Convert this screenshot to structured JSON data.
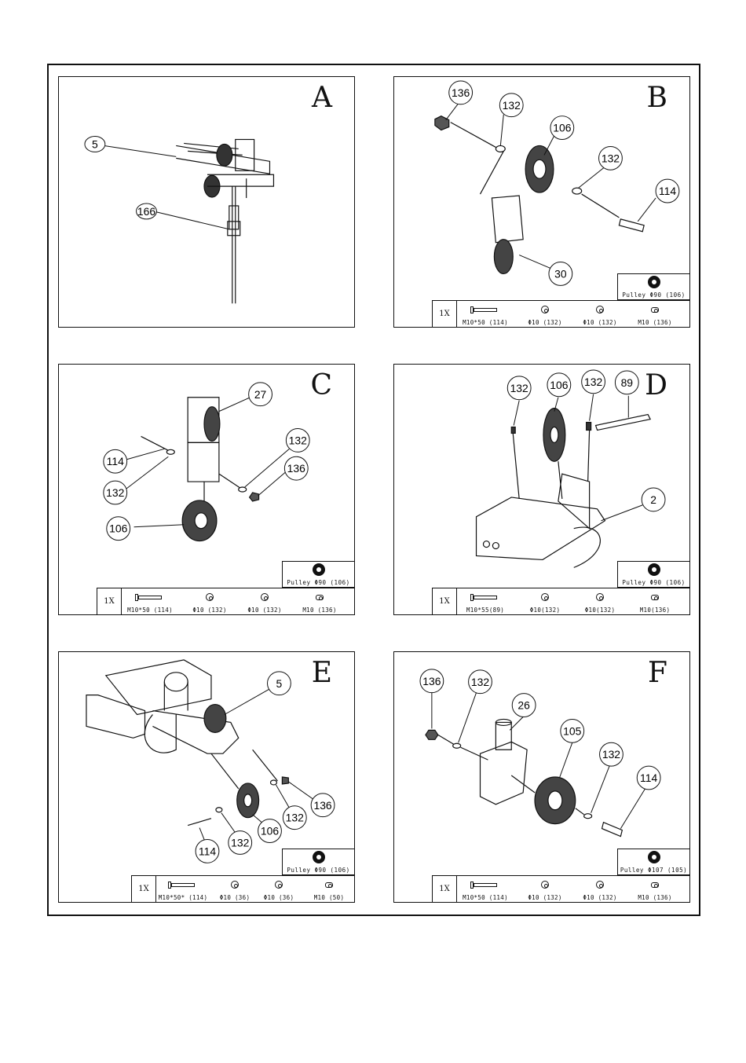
{
  "panels": [
    {
      "letter": "A",
      "callouts": [
        "5",
        "166"
      ]
    },
    {
      "letter": "B",
      "callouts": [
        "136",
        "132",
        "106",
        "132",
        "114",
        "30"
      ],
      "pulley_label": "Pulley  Φ90 (106)",
      "qty": "1X",
      "hardware": [
        "M10*50 (114)",
        "Φ10 (132)",
        "Φ10 (132)",
        "M10 (136)"
      ]
    },
    {
      "letter": "C",
      "callouts": [
        "27",
        "114",
        "132",
        "132",
        "136",
        "106"
      ],
      "pulley_label": "Pulley  Φ90 (106)",
      "qty": "1X",
      "hardware": [
        "M10*50 (114)",
        "Φ10 (132)",
        "Φ10 (132)",
        "M10 (136)"
      ]
    },
    {
      "letter": "D",
      "callouts": [
        "132",
        "106",
        "132",
        "89",
        "2"
      ],
      "pulley_label": "Pulley  Φ90 (106)",
      "qty": "1X",
      "hardware": [
        "M10*55(89)",
        "Φ10(132)",
        "Φ10(132)",
        "M10(136)"
      ]
    },
    {
      "letter": "E",
      "callouts": [
        "5",
        "136",
        "132",
        "106",
        "132",
        "114"
      ],
      "pulley_label": "Pulley  Φ90 (106)",
      "qty": "1X",
      "hardware": [
        "M10*50* (114)",
        "Φ10 (36)",
        "Φ10 (36)",
        "M10 (50)"
      ]
    },
    {
      "letter": "F",
      "callouts": [
        "136",
        "132",
        "26",
        "105",
        "132",
        "114"
      ],
      "pulley_label": "Pulley  Φ107 (105)",
      "qty": "1X",
      "hardware": [
        "M10*50 (114)",
        "Φ10 (132)",
        "Φ10 (132)",
        "M10 (136)"
      ]
    }
  ]
}
